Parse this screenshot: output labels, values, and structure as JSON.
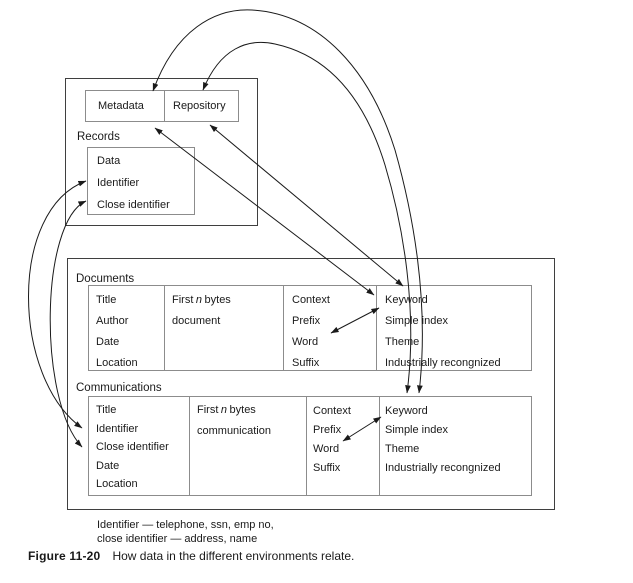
{
  "top_group": {
    "metadata_label": "Metadata",
    "repository_label": "Repository",
    "records_label": "Records",
    "records_rows": [
      "Data",
      "Identifier",
      "Close identifier"
    ]
  },
  "documents": {
    "label": "Documents",
    "col1": [
      "Title",
      "Author",
      "Date",
      "Location"
    ],
    "col2": {
      "line1_pre": "First",
      "line1_italic": "n",
      "line1_post": "bytes",
      "line2": "document"
    },
    "col3": [
      "Context",
      "Prefix",
      "Word",
      "Suffix"
    ],
    "col4": [
      "Keyword",
      "Simple index",
      "Theme",
      "Industrially recongnized"
    ]
  },
  "communications": {
    "label": "Communications",
    "col1": [
      "Title",
      "Identifier",
      "Close identifier",
      "Date",
      "Location"
    ],
    "col2": {
      "line1_pre": "First",
      "line1_italic": "n",
      "line1_post": "bytes",
      "line2": "communication"
    },
    "col3": [
      "Context",
      "Prefix",
      "Word",
      "Suffix"
    ],
    "col4": [
      "Keyword",
      "Simple index",
      "Theme",
      "Industrially recongnized"
    ]
  },
  "note": {
    "line1": "Identifier — telephone, ssn, emp no,",
    "line2": "close identifier — address, name"
  },
  "caption": {
    "figure_label": "Figure 11-20",
    "text": "How data in the different environments relate."
  },
  "relations": [
    {
      "from": "Communications Keyword",
      "to": "Metadata",
      "style": "curved",
      "double_headed": true
    },
    {
      "from": "Communications Keyword",
      "to": "Repository",
      "style": "curved",
      "double_headed": true
    },
    {
      "from": "Documents Keyword",
      "to": "Metadata",
      "style": "straight",
      "double_headed": true
    },
    {
      "from": "Documents Keyword",
      "to": "Repository",
      "style": "straight",
      "double_headed": true
    },
    {
      "from": "Records Identifier",
      "to": "Communications Identifier",
      "style": "curved",
      "double_headed": true
    },
    {
      "from": "Records Close identifier",
      "to": "Communications Close identifier",
      "style": "curved",
      "double_headed": true
    },
    {
      "from": "Documents Word",
      "to": "Documents Simple index",
      "style": "straight",
      "double_headed": true
    },
    {
      "from": "Communications Word",
      "to": "Communications Simple index",
      "style": "straight",
      "double_headed": true
    }
  ],
  "colors": {
    "line": "#1a1a1a",
    "outer_box_border": "#3f3f3f",
    "table_border": "#8c8c8c"
  }
}
